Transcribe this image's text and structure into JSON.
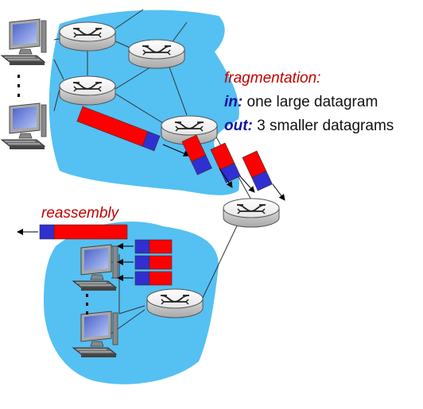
{
  "labels": {
    "fragmentation": "fragmentation:",
    "in_keyword": "in:",
    "in_text": "one large datagram",
    "out_keyword": "out:",
    "out_text": "3 smaller datagrams",
    "reassembly": "reassembly"
  },
  "colors": {
    "network_cloud": "#55c0f2",
    "datagram_payload": "#ff0000",
    "datagram_header": "#3030d0",
    "label_red": "#c00000",
    "label_blue": "#1010a0",
    "link": "#333333"
  },
  "icons": {
    "router": "router-icon",
    "host": "desktop-computer-icon",
    "ellipsis": "vertical-dots"
  }
}
